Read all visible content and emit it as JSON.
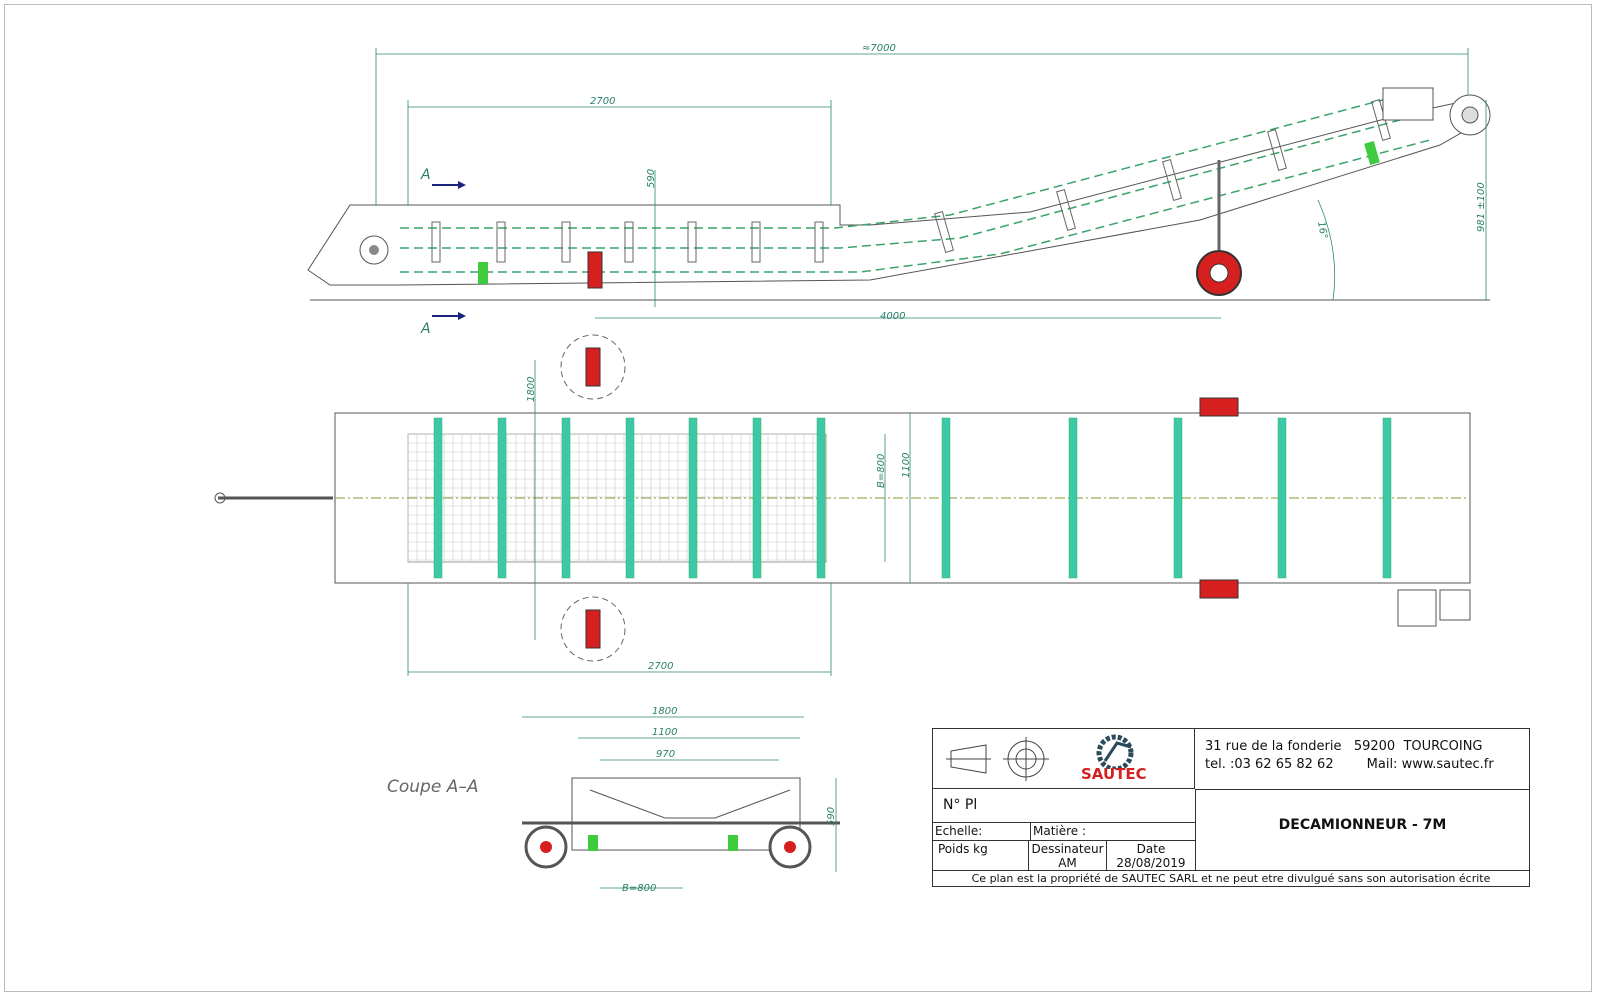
{
  "side_view": {
    "total_length": "≈7000",
    "horizontal_length": "2700",
    "height_low": "590",
    "wheel_distance": "4000",
    "angle": "16°",
    "height_high": "981 ±100",
    "section_mark_top": "A",
    "section_mark_bottom": "A"
  },
  "plan_view": {
    "leg_spacing": "1800",
    "frame_width": "1100",
    "belt_width": "B=800",
    "grid_length": "2700"
  },
  "section_view": {
    "title": "Coupe A–A",
    "overall_width": "1800",
    "frame_width": "1100",
    "inner_width": "970",
    "height": "590",
    "belt_width": "B=800"
  },
  "title_block": {
    "logo_text": "SAUTEC",
    "address_line1": "31 rue de la fonderie   59200  TOURCOING",
    "address_line2": "tel. :03 62 65 82 62        Mail: www.sautec.fr",
    "plan_number_label": "N° Pl",
    "scale_label": "Echelle:",
    "material_label": "Matière :",
    "weight_label": "Poids kg",
    "designer_label": "Dessinateur",
    "designer_value": "AM",
    "date_label": "Date",
    "date_value": "28/08/2019",
    "drawing_title": "DECAMIONNEUR - 7M",
    "footer": "Ce plan est la propriété de SAUTEC SARL et ne peut etre divulgué sans son autorisation écrite"
  },
  "colors": {
    "dimension": "#2a8a6a",
    "belt_dash": "#3aa36a",
    "wheel": "#d62020",
    "logo_orange": "#e8661e",
    "logo_red": "#d42020"
  }
}
